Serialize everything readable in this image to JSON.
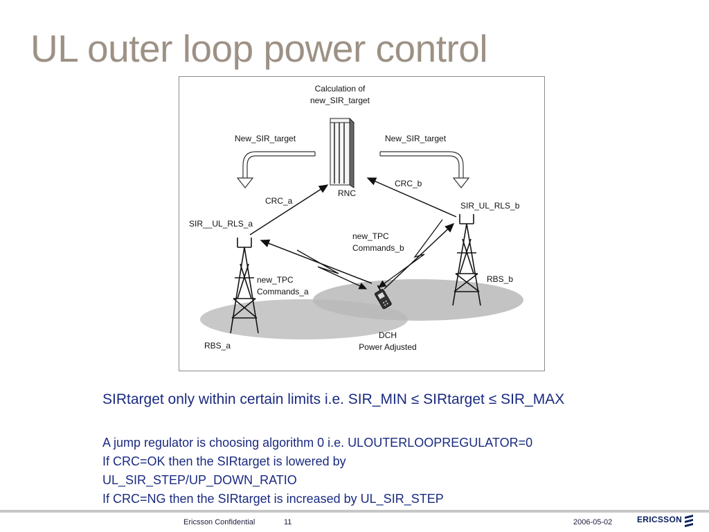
{
  "slide": {
    "title": "UL outer loop power control"
  },
  "diagram": {
    "calc_label_line1": "Calculation of",
    "calc_label_line2": "new_SIR_target",
    "new_sir_target_left": "New_SIR_target",
    "new_sir_target_right": "New_SIR_target",
    "rnc_label": "RNC",
    "crc_a": "CRC_a",
    "crc_b": "CRC_b",
    "sir_rls_a": "SIR__UL_RLS_a",
    "sir_rls_b": "SIR_UL_RLS_b",
    "tpc_b_line1": "new_TPC",
    "tpc_b_line2": "Commands_b",
    "tpc_a_line1": "new_TPC",
    "tpc_a_line2": "Commands_a",
    "rbs_a": "RBS_a",
    "rbs_b": "RBS_b",
    "dch_line1": "DCH",
    "dch_line2": "Power Adjusted"
  },
  "content": {
    "line1": "SIRtarget only within certain limits i.e. SIR_MIN ≤ SIRtarget ≤ SIR_MAX",
    "para1": "A jump regulator is choosing algorithm 0 i.e. ULOUTERLOOPREGULATOR=0",
    "para2": "If CRC=OK then the SIRtarget is lowered by",
    "para3": "UL_SIR_STEP/UP_DOWN_RATIO",
    "para4": "If CRC=NG then the SIRtarget is increased by UL_SIR_STEP"
  },
  "footer": {
    "confidential": "Ericsson Confidential",
    "page": "11",
    "date": "2006-05-02",
    "logo": "ERICSSON"
  },
  "colors": {
    "title": "#9d9185",
    "body_text": "#1a2a80",
    "coverage": "#c8c8c8"
  }
}
